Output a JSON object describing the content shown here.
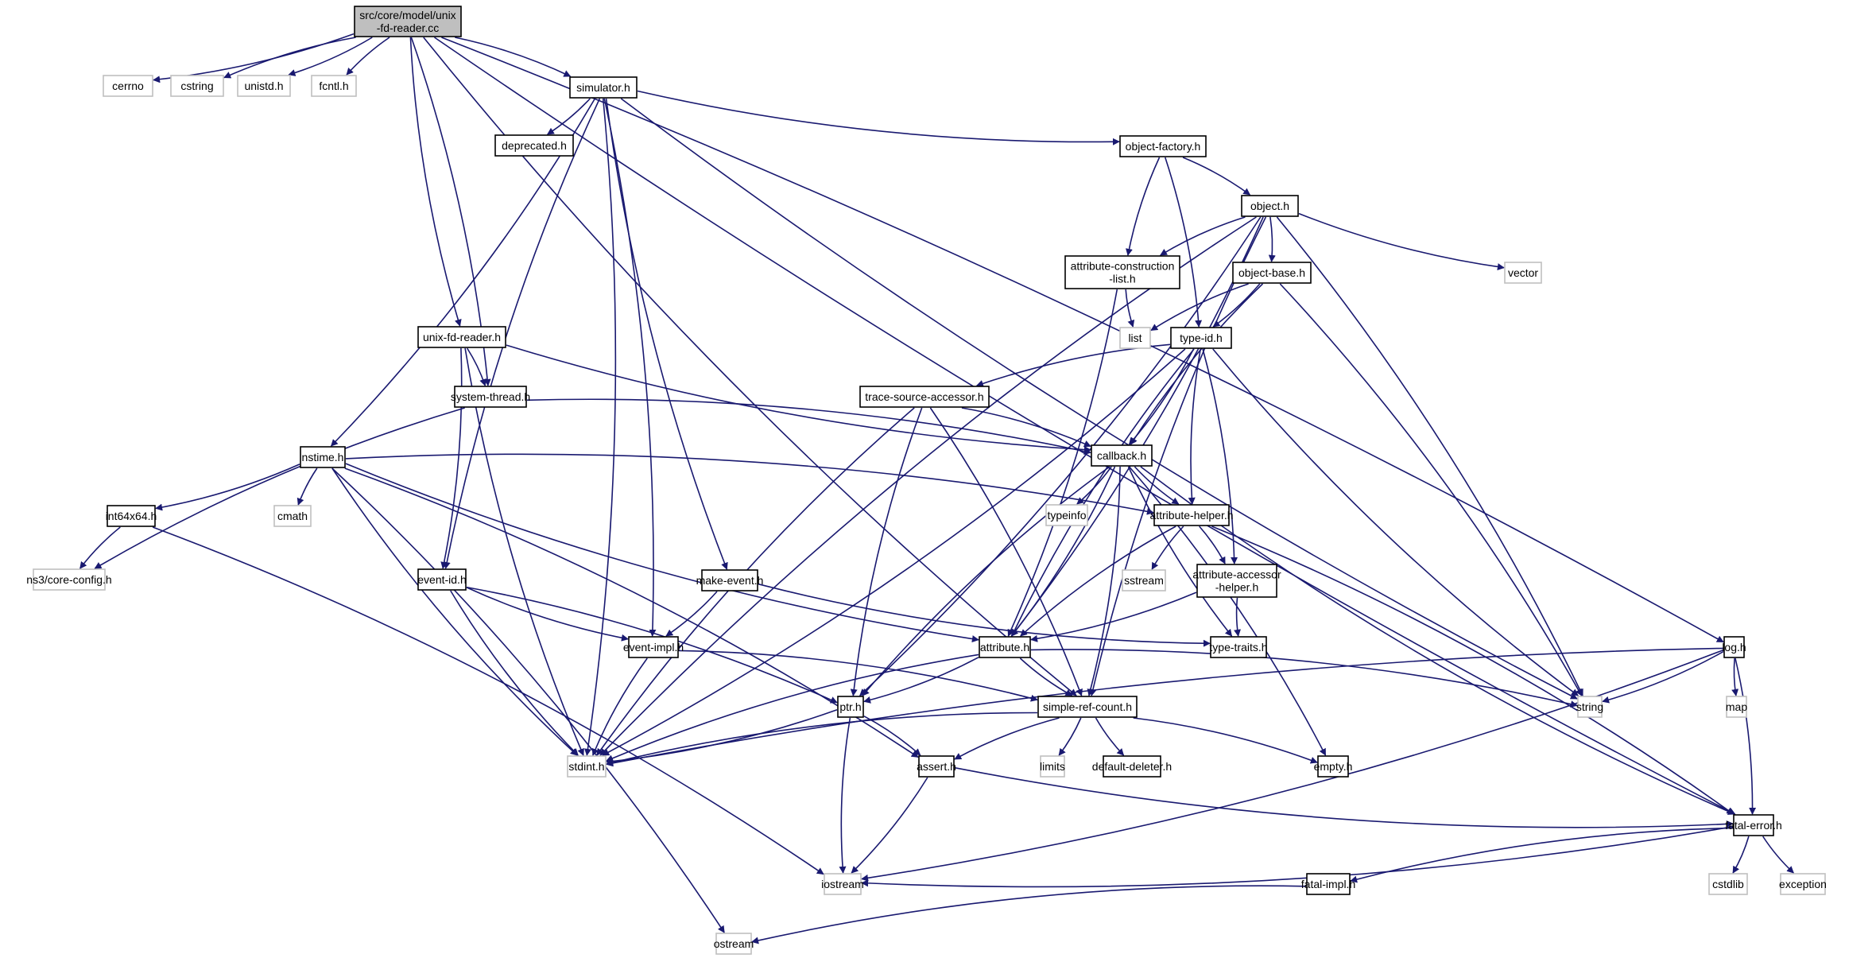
{
  "graph": {
    "title": "src/core/model/unix-fd-reader.cc include dependency graph",
    "colors": {
      "edge": "#191970",
      "root_fill": "#bfbfbf",
      "root_border": "#000000",
      "internal_border": "#000000",
      "system_border": "#bfbfbf",
      "node_fill": "#ffffff"
    },
    "nodes": [
      {
        "id": "root",
        "label": [
          "src/core/model/unix",
          "-fd-reader.cc"
        ],
        "kind": "root"
      },
      {
        "id": "cerrno",
        "label": [
          "cerrno"
        ],
        "kind": "system"
      },
      {
        "id": "cstring",
        "label": [
          "cstring"
        ],
        "kind": "system"
      },
      {
        "id": "unistd",
        "label": [
          "unistd.h"
        ],
        "kind": "system"
      },
      {
        "id": "fcntl",
        "label": [
          "fcntl.h"
        ],
        "kind": "system"
      },
      {
        "id": "simulator",
        "label": [
          "simulator.h"
        ],
        "kind": "internal"
      },
      {
        "id": "deprecated",
        "label": [
          "deprecated.h"
        ],
        "kind": "internal"
      },
      {
        "id": "object_factory",
        "label": [
          "object-factory.h"
        ],
        "kind": "internal"
      },
      {
        "id": "object",
        "label": [
          "object.h"
        ],
        "kind": "internal"
      },
      {
        "id": "attr_constr_list",
        "label": [
          "attribute-construction",
          "-list.h"
        ],
        "kind": "internal"
      },
      {
        "id": "object_base",
        "label": [
          "object-base.h"
        ],
        "kind": "internal"
      },
      {
        "id": "vector",
        "label": [
          "vector"
        ],
        "kind": "system"
      },
      {
        "id": "list",
        "label": [
          "list"
        ],
        "kind": "system"
      },
      {
        "id": "type_id",
        "label": [
          "type-id.h"
        ],
        "kind": "internal"
      },
      {
        "id": "unix_fd_reader_h",
        "label": [
          "unix-fd-reader.h"
        ],
        "kind": "internal"
      },
      {
        "id": "system_thread",
        "label": [
          "system-thread.h"
        ],
        "kind": "internal"
      },
      {
        "id": "trace_source_accessor",
        "label": [
          "trace-source-accessor.h"
        ],
        "kind": "internal"
      },
      {
        "id": "callback",
        "label": [
          "callback.h"
        ],
        "kind": "internal"
      },
      {
        "id": "nstime",
        "label": [
          "nstime.h"
        ],
        "kind": "internal"
      },
      {
        "id": "int64x64",
        "label": [
          "int64x64.h"
        ],
        "kind": "internal"
      },
      {
        "id": "cmath",
        "label": [
          "cmath"
        ],
        "kind": "system"
      },
      {
        "id": "typeinfo",
        "label": [
          "typeinfo"
        ],
        "kind": "system"
      },
      {
        "id": "attribute_helper",
        "label": [
          "attribute-helper.h"
        ],
        "kind": "internal"
      },
      {
        "id": "ns3_core_config",
        "label": [
          "ns3/core-config.h"
        ],
        "kind": "system"
      },
      {
        "id": "event_id",
        "label": [
          "event-id.h"
        ],
        "kind": "internal"
      },
      {
        "id": "make_event",
        "label": [
          "make-event.h"
        ],
        "kind": "internal"
      },
      {
        "id": "sstream",
        "label": [
          "sstream"
        ],
        "kind": "system"
      },
      {
        "id": "attr_accessor_helper",
        "label": [
          "attribute-accessor",
          "-helper.h"
        ],
        "kind": "internal"
      },
      {
        "id": "event_impl",
        "label": [
          "event-impl.h"
        ],
        "kind": "internal"
      },
      {
        "id": "attribute",
        "label": [
          "attribute.h"
        ],
        "kind": "internal"
      },
      {
        "id": "type_traits",
        "label": [
          "type-traits.h"
        ],
        "kind": "internal"
      },
      {
        "id": "log",
        "label": [
          "log.h"
        ],
        "kind": "internal"
      },
      {
        "id": "ptr",
        "label": [
          "ptr.h"
        ],
        "kind": "internal"
      },
      {
        "id": "simple_ref_count",
        "label": [
          "simple-ref-count.h"
        ],
        "kind": "internal"
      },
      {
        "id": "string",
        "label": [
          "string"
        ],
        "kind": "system"
      },
      {
        "id": "map",
        "label": [
          "map"
        ],
        "kind": "system"
      },
      {
        "id": "stdint",
        "label": [
          "stdint.h"
        ],
        "kind": "system"
      },
      {
        "id": "assert",
        "label": [
          "assert.h"
        ],
        "kind": "internal"
      },
      {
        "id": "limits",
        "label": [
          "limits"
        ],
        "kind": "system"
      },
      {
        "id": "default_deleter",
        "label": [
          "default-deleter.h"
        ],
        "kind": "internal"
      },
      {
        "id": "empty",
        "label": [
          "empty.h"
        ],
        "kind": "internal"
      },
      {
        "id": "fatal_error",
        "label": [
          "fatal-error.h"
        ],
        "kind": "internal"
      },
      {
        "id": "iostream",
        "label": [
          "iostream"
        ],
        "kind": "system"
      },
      {
        "id": "fatal_impl",
        "label": [
          "fatal-impl.h"
        ],
        "kind": "internal"
      },
      {
        "id": "cstdlib",
        "label": [
          "cstdlib"
        ],
        "kind": "system"
      },
      {
        "id": "exception",
        "label": [
          "exception"
        ],
        "kind": "system"
      },
      {
        "id": "ostream",
        "label": [
          "ostream"
        ],
        "kind": "system"
      }
    ],
    "edges": [
      [
        "root",
        "cerrno"
      ],
      [
        "root",
        "cstring"
      ],
      [
        "root",
        "unistd"
      ],
      [
        "root",
        "fcntl"
      ],
      [
        "root",
        "simulator"
      ],
      [
        "root",
        "unix_fd_reader_h"
      ],
      [
        "root",
        "system_thread"
      ],
      [
        "root",
        "simple_ref_count"
      ],
      [
        "root",
        "log"
      ],
      [
        "root",
        "fatal_error"
      ],
      [
        "simulator",
        "deprecated"
      ],
      [
        "simulator",
        "object_factory"
      ],
      [
        "simulator",
        "nstime"
      ],
      [
        "simulator",
        "event_id"
      ],
      [
        "simulator",
        "event_impl"
      ],
      [
        "simulator",
        "make_event"
      ],
      [
        "simulator",
        "stdint"
      ],
      [
        "simulator",
        "string"
      ],
      [
        "object_factory",
        "object"
      ],
      [
        "object_factory",
        "attr_constr_list"
      ],
      [
        "object_factory",
        "type_id"
      ],
      [
        "object",
        "attr_constr_list"
      ],
      [
        "object",
        "object_base"
      ],
      [
        "object",
        "vector"
      ],
      [
        "object",
        "ptr"
      ],
      [
        "object",
        "stdint"
      ],
      [
        "object",
        "attribute"
      ],
      [
        "object",
        "simple_ref_count"
      ],
      [
        "object",
        "string"
      ],
      [
        "attr_constr_list",
        "list"
      ],
      [
        "attr_constr_list",
        "attribute"
      ],
      [
        "object_base",
        "list"
      ],
      [
        "object_base",
        "type_id"
      ],
      [
        "object_base",
        "callback"
      ],
      [
        "object_base",
        "string"
      ],
      [
        "type_id",
        "trace_source_accessor"
      ],
      [
        "type_id",
        "callback"
      ],
      [
        "type_id",
        "attribute_helper"
      ],
      [
        "type_id",
        "attr_accessor_helper"
      ],
      [
        "type_id",
        "attribute"
      ],
      [
        "type_id",
        "stdint"
      ],
      [
        "type_id",
        "string"
      ],
      [
        "unix_fd_reader_h",
        "system_thread"
      ],
      [
        "unix_fd_reader_h",
        "callback"
      ],
      [
        "unix_fd_reader_h",
        "event_id"
      ],
      [
        "unix_fd_reader_h",
        "stdint"
      ],
      [
        "system_thread",
        "callback"
      ],
      [
        "system_thread",
        "ns3_core_config"
      ],
      [
        "trace_source_accessor",
        "callback"
      ],
      [
        "trace_source_accessor",
        "ptr"
      ],
      [
        "trace_source_accessor",
        "simple_ref_count"
      ],
      [
        "trace_source_accessor",
        "stdint"
      ],
      [
        "callback",
        "typeinfo"
      ],
      [
        "callback",
        "attribute_helper"
      ],
      [
        "callback",
        "attribute"
      ],
      [
        "callback",
        "ptr"
      ],
      [
        "callback",
        "simple_ref_count"
      ],
      [
        "callback",
        "type_traits"
      ],
      [
        "callback",
        "empty"
      ],
      [
        "callback",
        "fatal_error"
      ],
      [
        "nstime",
        "int64x64"
      ],
      [
        "nstime",
        "cmath"
      ],
      [
        "nstime",
        "attribute_helper"
      ],
      [
        "nstime",
        "attribute"
      ],
      [
        "nstime",
        "assert"
      ],
      [
        "nstime",
        "stdint"
      ],
      [
        "nstime",
        "ostream"
      ],
      [
        "int64x64",
        "ns3_core_config"
      ],
      [
        "int64x64",
        "iostream"
      ],
      [
        "attribute_helper",
        "sstream"
      ],
      [
        "attribute_helper",
        "attr_accessor_helper"
      ],
      [
        "attribute_helper",
        "attribute"
      ],
      [
        "attribute_helper",
        "fatal_error"
      ],
      [
        "attr_accessor_helper",
        "type_traits"
      ],
      [
        "attr_accessor_helper",
        "attribute"
      ],
      [
        "event_id",
        "event_impl"
      ],
      [
        "event_id",
        "ptr"
      ],
      [
        "event_id",
        "stdint"
      ],
      [
        "make_event",
        "event_impl"
      ],
      [
        "make_event",
        "type_traits"
      ],
      [
        "event_impl",
        "simple_ref_count"
      ],
      [
        "event_impl",
        "stdint"
      ],
      [
        "attribute",
        "ptr"
      ],
      [
        "attribute",
        "simple_ref_count"
      ],
      [
        "attribute",
        "string"
      ],
      [
        "attribute",
        "stdint"
      ],
      [
        "ptr",
        "assert"
      ],
      [
        "ptr",
        "iostream"
      ],
      [
        "ptr",
        "stdint"
      ],
      [
        "simple_ref_count",
        "assert"
      ],
      [
        "simple_ref_count",
        "limits"
      ],
      [
        "simple_ref_count",
        "default_deleter"
      ],
      [
        "simple_ref_count",
        "empty"
      ],
      [
        "simple_ref_count",
        "stdint"
      ],
      [
        "log",
        "string"
      ],
      [
        "log",
        "map"
      ],
      [
        "log",
        "iostream"
      ],
      [
        "log",
        "stdint"
      ],
      [
        "log",
        "fatal_error"
      ],
      [
        "assert",
        "fatal_error"
      ],
      [
        "assert",
        "iostream"
      ],
      [
        "fatal_error",
        "fatal_impl"
      ],
      [
        "fatal_error",
        "cstdlib"
      ],
      [
        "fatal_error",
        "exception"
      ],
      [
        "fatal_error",
        "iostream"
      ],
      [
        "fatal_impl",
        "ostream"
      ]
    ]
  }
}
